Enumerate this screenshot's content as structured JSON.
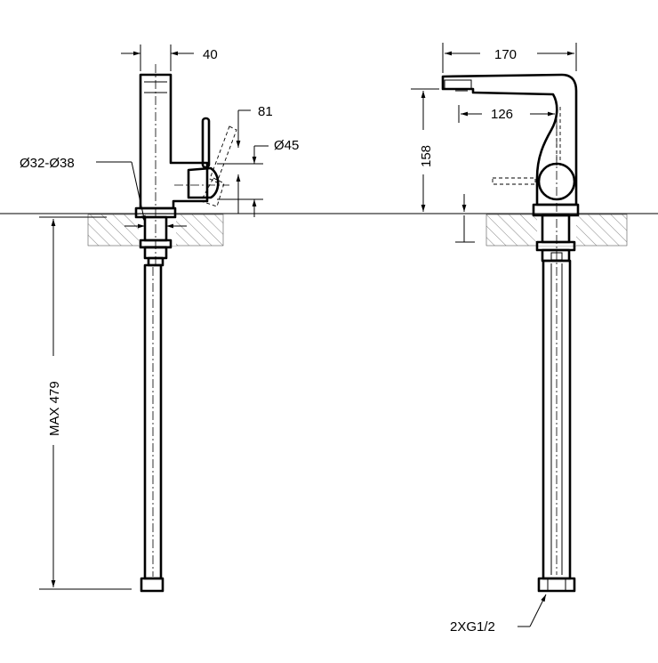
{
  "labels": {
    "top_depth": "40",
    "lever_offset": "81",
    "diameter_body": "Ø45",
    "diameter_hole": "Ø32-Ø38",
    "hose_length": "MAX 479",
    "spout_reach_total": "170",
    "spout_reach": "126",
    "spout_height": "158",
    "connection": "2XG1/2"
  }
}
